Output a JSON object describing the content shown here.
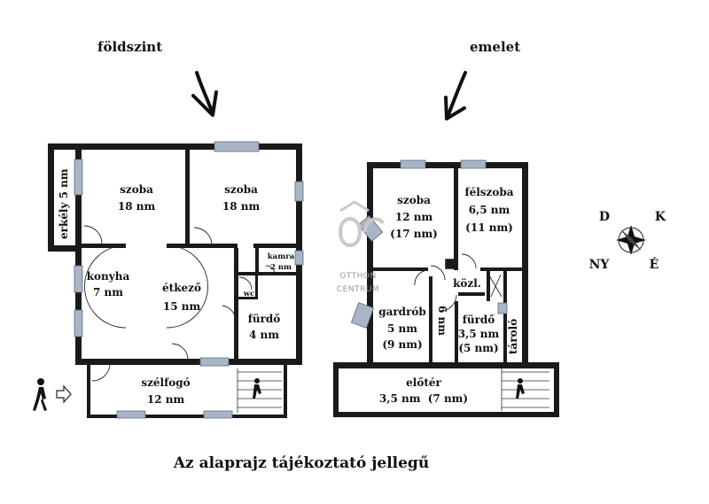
{
  "headings": {
    "ground": "földszint",
    "upper": "emelet"
  },
  "ground_floor": {
    "balcony": "erkély 5 nm",
    "room1": {
      "name": "szoba",
      "area": "18 nm"
    },
    "room2": {
      "name": "szoba",
      "area": "18 nm"
    },
    "kitchen": {
      "name": "konyha",
      "area": "7 nm"
    },
    "dining": {
      "name": "étkező",
      "area": "15 nm"
    },
    "pantry": {
      "name": "kamra",
      "area": "2 nm"
    },
    "wc": "wc",
    "bathroom": {
      "name": "fürdő",
      "area": "4 nm"
    },
    "vestibule": {
      "name": "szélfogó",
      "area": "12 nm"
    }
  },
  "upper_floor": {
    "room": {
      "name": "szoba",
      "area": "12 nm",
      "area2": "(17 nm)"
    },
    "halfroom": {
      "name": "félszoba",
      "area": "6,5 nm",
      "area2": "(11 nm)"
    },
    "corridor": "közl.",
    "wardrobe": {
      "name": "gardrób",
      "area": "5 nm",
      "area2": "(9 nm)"
    },
    "passage": "6 nm",
    "bathroom": {
      "name": "fürdő",
      "area": "3,5 nm",
      "area2": "(5 nm)"
    },
    "storage": "tároló",
    "hall": {
      "name": "előtér",
      "area": "3,5 nm  (7 nm)"
    }
  },
  "watermark": {
    "line1": "OTTHON",
    "line2": "CENTRUM"
  },
  "compass": {
    "n": "D",
    "e": "K",
    "w": "NY",
    "s": "É"
  },
  "footer": "Az alaprajz tájékoztató jellegű",
  "colors": {
    "wall": "#1a1a1a",
    "window": "#a9b5c6"
  }
}
